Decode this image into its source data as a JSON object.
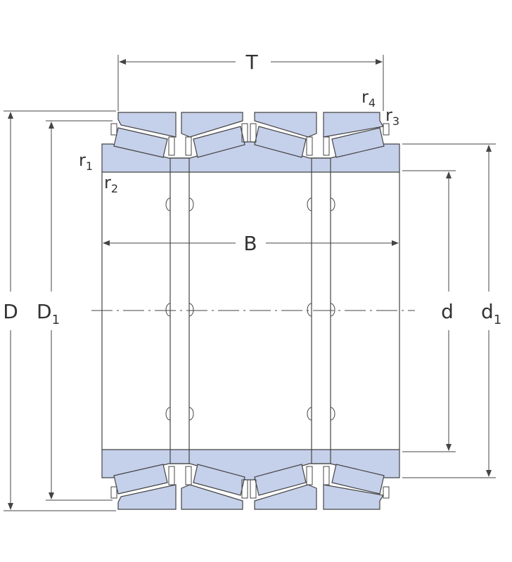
{
  "labels": {
    "T": "T",
    "B": "B",
    "D": "D",
    "D1_main": "D",
    "D1_sub": "1",
    "d": "d",
    "d1_main": "d",
    "d1_sub": "1",
    "r1_main": "r",
    "r1_sub": "1",
    "r2_main": "r",
    "r2_sub": "2",
    "r3_main": "r",
    "r3_sub": "3",
    "r4_main": "r",
    "r4_sub": "4"
  },
  "colors": {
    "ring_fill": "#c5d0ea",
    "roller_fill": "#c5d0ea",
    "line": "#444444",
    "text": "#333333"
  }
}
